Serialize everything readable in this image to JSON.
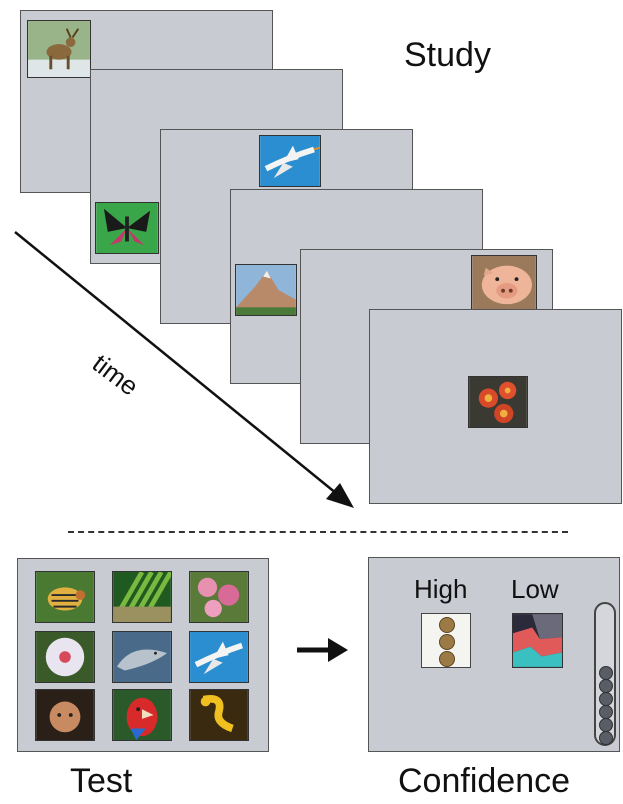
{
  "labels": {
    "study": "Study",
    "time": "time",
    "test": "Test",
    "confidence": "Confidence",
    "high": "High",
    "low": "Low"
  },
  "study_sequence": [
    {
      "image": "deer-icon"
    },
    {
      "image": "butterfly-icon"
    },
    {
      "image": "flying-stork-icon"
    },
    {
      "image": "mountain-icon"
    },
    {
      "image": "pig-icon"
    },
    {
      "image": "red-flowers-icon"
    }
  ],
  "test_grid": [
    "beetle-icon",
    "leaves-icon",
    "pink-flowers-icon",
    "white-flower-icon",
    "dolphin-icon",
    "flying-stork-icon",
    "child-face-icon",
    "parrot-icon",
    "seahorse-icon"
  ],
  "confidence_scale": {
    "high_tokens": 3,
    "low_tokens": 0,
    "tube_tokens": 6
  },
  "colors": {
    "frame_fill": "#c8cbd2",
    "frame_border": "#555555",
    "token_fill": "#595d66",
    "coin_fill": "#9c7a45"
  }
}
